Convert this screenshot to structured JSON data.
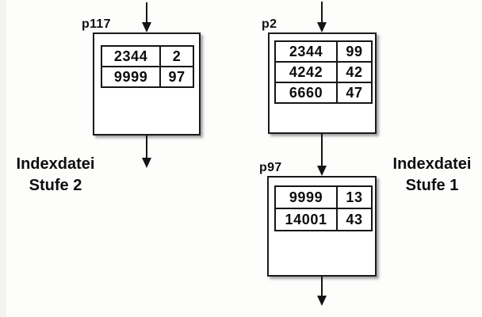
{
  "diagram": {
    "title_hint": "Two-level index file structure",
    "captions": {
      "left": {
        "line1": "Indexdatei",
        "line2": "Stufe 2"
      },
      "right": {
        "line1": "Indexdatei",
        "line2": "Stufe 1"
      }
    },
    "nodes": [
      {
        "label": "p117",
        "rows": [
          [
            "2344",
            "2"
          ],
          [
            "9999",
            "97"
          ]
        ]
      },
      {
        "label": "p2",
        "rows": [
          [
            "2344",
            "99"
          ],
          [
            "4242",
            "42"
          ],
          [
            "6660",
            "47"
          ]
        ]
      },
      {
        "label": "p97",
        "rows": [
          [
            "9999",
            "13"
          ],
          [
            "14001",
            "43"
          ]
        ]
      }
    ],
    "colors": {
      "line": "#141414",
      "box_border": "#1a1a1a",
      "box_background": "#ffffff",
      "page_background": "#fdfdfc"
    }
  }
}
